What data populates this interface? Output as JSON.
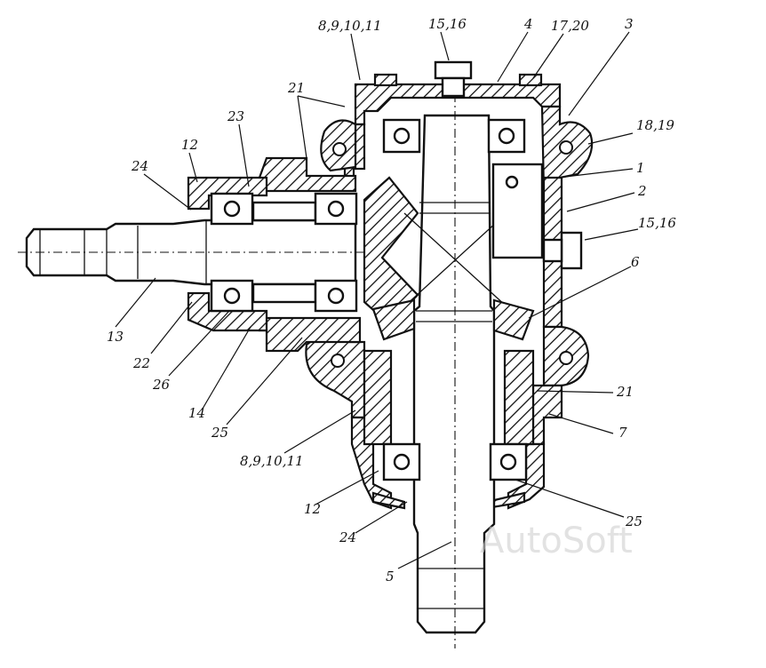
{
  "watermark": "AutoSoft",
  "callouts": [
    {
      "id": "c-8-9-10-11-top",
      "text": "8,9,10,11"
    },
    {
      "id": "c-15-16-top",
      "text": "15,16"
    },
    {
      "id": "c-4",
      "text": "4"
    },
    {
      "id": "c-17-20",
      "text": "17,20"
    },
    {
      "id": "c-3",
      "text": "3"
    },
    {
      "id": "c-21-top",
      "text": "21"
    },
    {
      "id": "c-23",
      "text": "23"
    },
    {
      "id": "c-12-left",
      "text": "12"
    },
    {
      "id": "c-24-left",
      "text": "24"
    },
    {
      "id": "c-18-19",
      "text": "18,19"
    },
    {
      "id": "c-1",
      "text": "1"
    },
    {
      "id": "c-2",
      "text": "2"
    },
    {
      "id": "c-15-16-right",
      "text": "15,16"
    },
    {
      "id": "c-6",
      "text": "6"
    },
    {
      "id": "c-13",
      "text": "13"
    },
    {
      "id": "c-22",
      "text": "22"
    },
    {
      "id": "c-26",
      "text": "26"
    },
    {
      "id": "c-14",
      "text": "14"
    },
    {
      "id": "c-25-left",
      "text": "25"
    },
    {
      "id": "c-8-9-10-11-bottom",
      "text": "8,9,10,11"
    },
    {
      "id": "c-21-right",
      "text": "21"
    },
    {
      "id": "c-7",
      "text": "7"
    },
    {
      "id": "c-12-bottom",
      "text": "12"
    },
    {
      "id": "c-24-bottom",
      "text": "24"
    },
    {
      "id": "c-25-right",
      "text": "25"
    },
    {
      "id": "c-5",
      "text": "5"
    }
  ]
}
